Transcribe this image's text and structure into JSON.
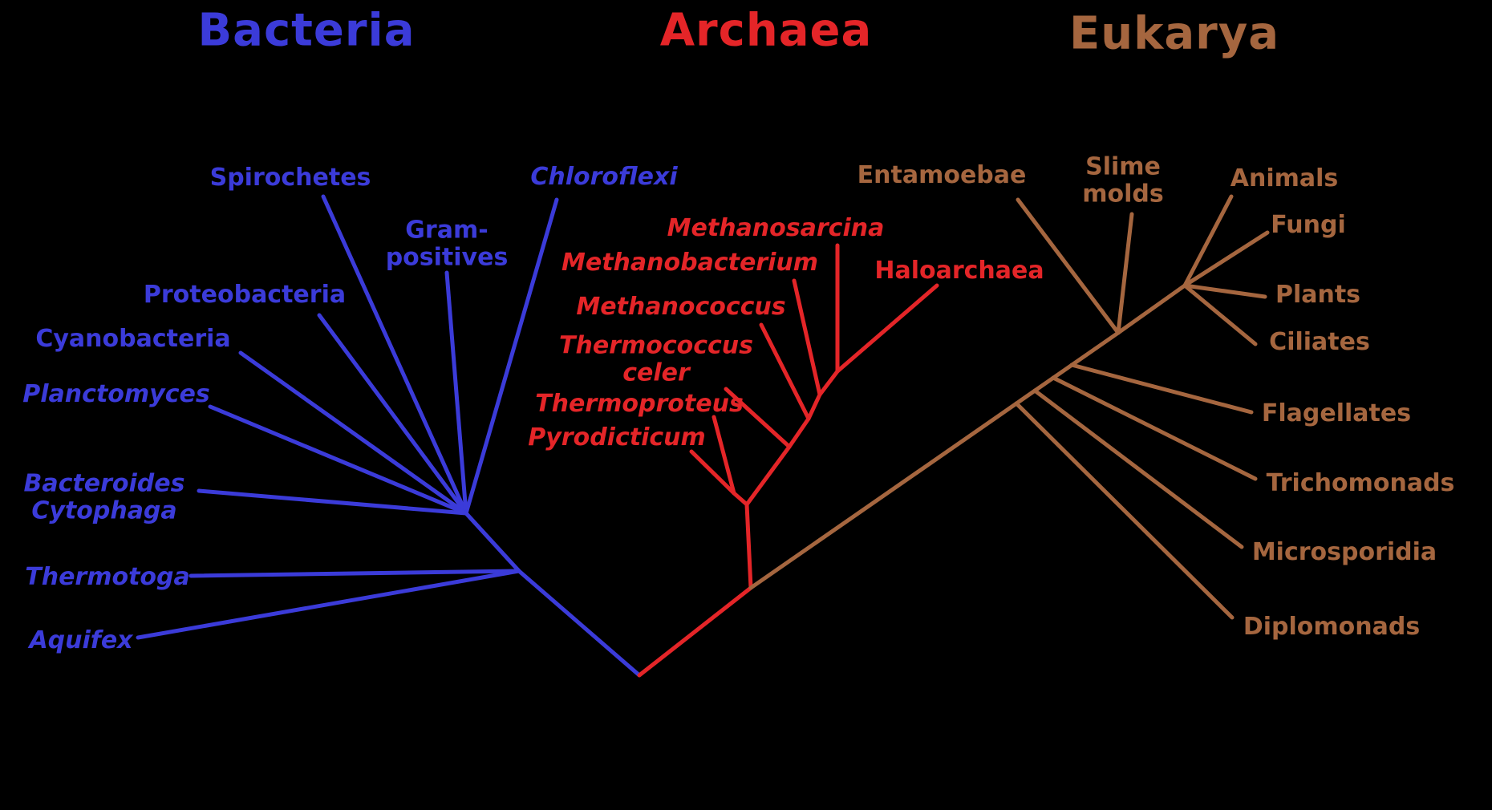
{
  "figure": {
    "description": "Unrooted phylogenetic tree of life with three domains",
    "background_color": "#000000"
  },
  "colors": {
    "bacteria": "#3B3BD9",
    "archaea": "#E42528",
    "eukarya": "#A5663F"
  },
  "headers": {
    "bacteria": "Bacteria",
    "archaea": "Archaea",
    "eukarya": "Eukarya"
  },
  "taxa": {
    "spirochetes": "Spirochetes",
    "chloroflexi": "Chloroflexi",
    "gram_positives": "Gram-\npositives",
    "proteobacteria": "Proteobacteria",
    "cyanobacteria": "Cyanobacteria",
    "planctomyces": "Planctomyces",
    "bacteroides_cytophaga": "Bacteroides\nCytophaga",
    "thermotoga": "Thermotoga",
    "aquifex": "Aquifex",
    "methanosarcina": "Methanosarcina",
    "methanobacterium": "Methanobacterium",
    "haloarchaea": "Haloarchaea",
    "methanococcus": "Methanococcus",
    "thermococcus_celer": "Thermococcus\nceler",
    "thermoproteus": "Thermoproteus",
    "pyrodicticum": "Pyrodicticum",
    "entamoebae": "Entamoebae",
    "slime_molds": "Slime\nmolds",
    "animals": "Animals",
    "fungi": "Fungi",
    "plants": "Plants",
    "ciliates": "Ciliates",
    "flagellates": "Flagellates",
    "trichomonads": "Trichomonads",
    "microsporidia": "Microsporidia",
    "diplomonads": "Diplomonads"
  }
}
